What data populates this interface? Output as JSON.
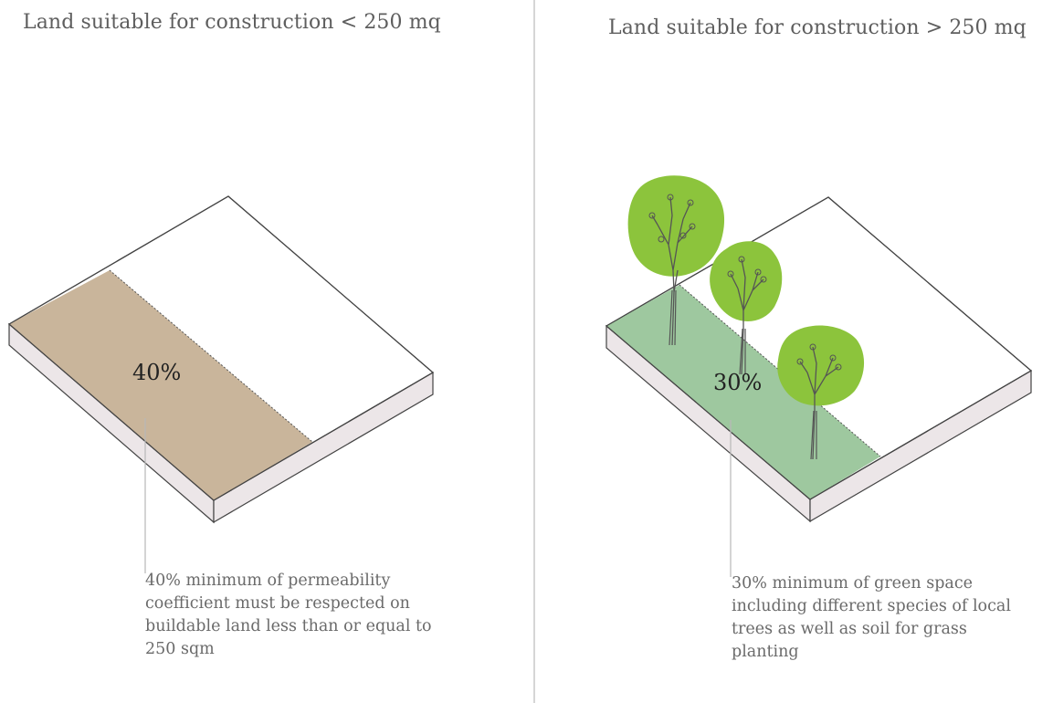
{
  "left": {
    "title": "Land suitable for construction < 250 mq",
    "percent": "40%",
    "fraction": 0.4,
    "caption_lines": [
      "40% minimum of permeability",
      "coefficient must be respected on",
      "buildable land less than or equal to",
      "250 sqm"
    ],
    "area_color": "#c9b59b"
  },
  "right": {
    "title": "Land suitable for construction > 250 mq",
    "percent": "30%",
    "fraction": 0.3,
    "caption_lines": [
      "30% minimum of green space",
      "including different species of local",
      "trees as well as soil for grass",
      "planting"
    ],
    "area_color": "#9ec89f",
    "tree_color": "#8cc43c"
  },
  "colors": {
    "slab_top": "#ffffff",
    "slab_side": "#ece6e8",
    "outline": "#444444",
    "leader_line": "#b8b8b8"
  }
}
